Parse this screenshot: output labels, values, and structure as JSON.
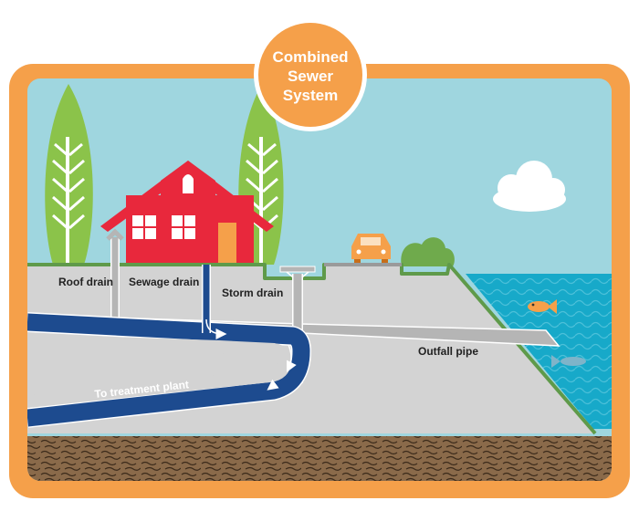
{
  "title": [
    "Combined",
    "Sewer",
    "System"
  ],
  "labels": {
    "roof_drain": "Roof drain",
    "sewage_drain": "Sewage drain",
    "storm_drain": "Storm drain",
    "outfall_pipe": "Outfall pipe",
    "to_treatment_plant": "To treatment plant"
  },
  "colors": {
    "frame": "#f5a04a",
    "sky": "#9fd6df",
    "water": "#17a9c9",
    "ground": "#d3d3d3",
    "grass": "#5f9a4a",
    "house": "#e8283c",
    "door": "#f5a04a",
    "car": "#f5a04a",
    "tree": "#8bc34a",
    "sewage_pipe": "#1d4b8f",
    "storm_pipe": "#b5b5b5",
    "soil": "#8a6a4a",
    "fish": "#f5a04a"
  },
  "icons": [
    "tree-icon",
    "house-icon",
    "car-icon",
    "bush-icon",
    "cloud-icon",
    "fish-icon"
  ]
}
